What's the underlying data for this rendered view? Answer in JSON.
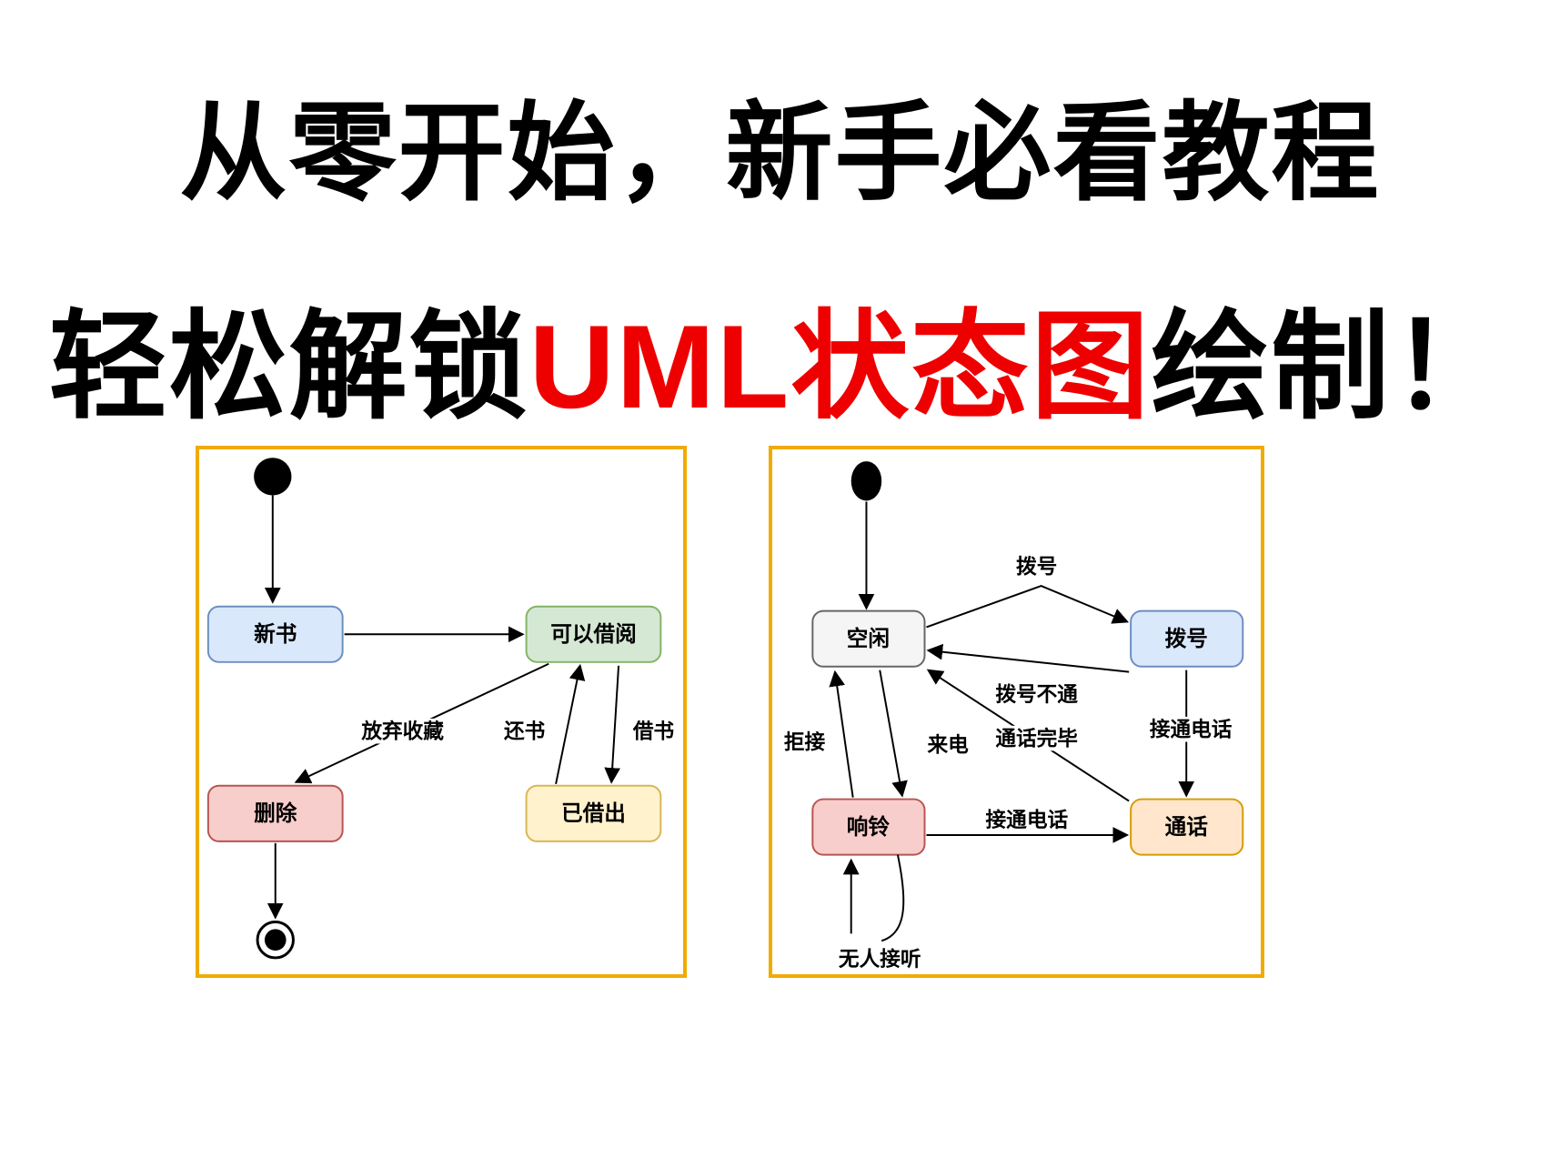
{
  "title": {
    "line1": "从零开始，新手必看教程",
    "line2_prefix": "轻松解锁",
    "line2_highlight": "UML状态图",
    "line2_suffix": "绘制！",
    "highlight_color": "#ee0000"
  },
  "colors": {
    "frame_border": "#f0ab00",
    "node_blue_fill": "#dae8fc",
    "node_blue_stroke": "#6c8ebf",
    "node_green_fill": "#d5e8d4",
    "node_green_stroke": "#82b366",
    "node_red_fill": "#f8cecc",
    "node_red_stroke": "#b85450",
    "node_yellow_fill": "#fff2cc",
    "node_yellow_stroke": "#d6b656",
    "node_gray_fill": "#f5f5f5",
    "node_gray_stroke": "#666666",
    "node_orange_fill": "#ffe6cc",
    "node_orange_stroke": "#d79b00"
  },
  "library_diagram": {
    "nodes": {
      "new_book": "新书",
      "available": "可以借阅",
      "deleted": "删除",
      "borrowed": "已借出"
    },
    "edges": {
      "abandon": "放弃收藏",
      "return_book": "还书",
      "borrow_book": "借书"
    }
  },
  "phone_diagram": {
    "nodes": {
      "idle": "空闲",
      "dialing": "拨号",
      "talking": "通话",
      "ringing": "响铃"
    },
    "edges": {
      "dial": "拨号",
      "dial_fail": "拨号不通",
      "call_end": "通话完毕",
      "connect_call": "接通电话",
      "incoming": "来电",
      "reject": "拒接",
      "answer_call": "接通电话",
      "no_answer": "无人接听"
    }
  }
}
